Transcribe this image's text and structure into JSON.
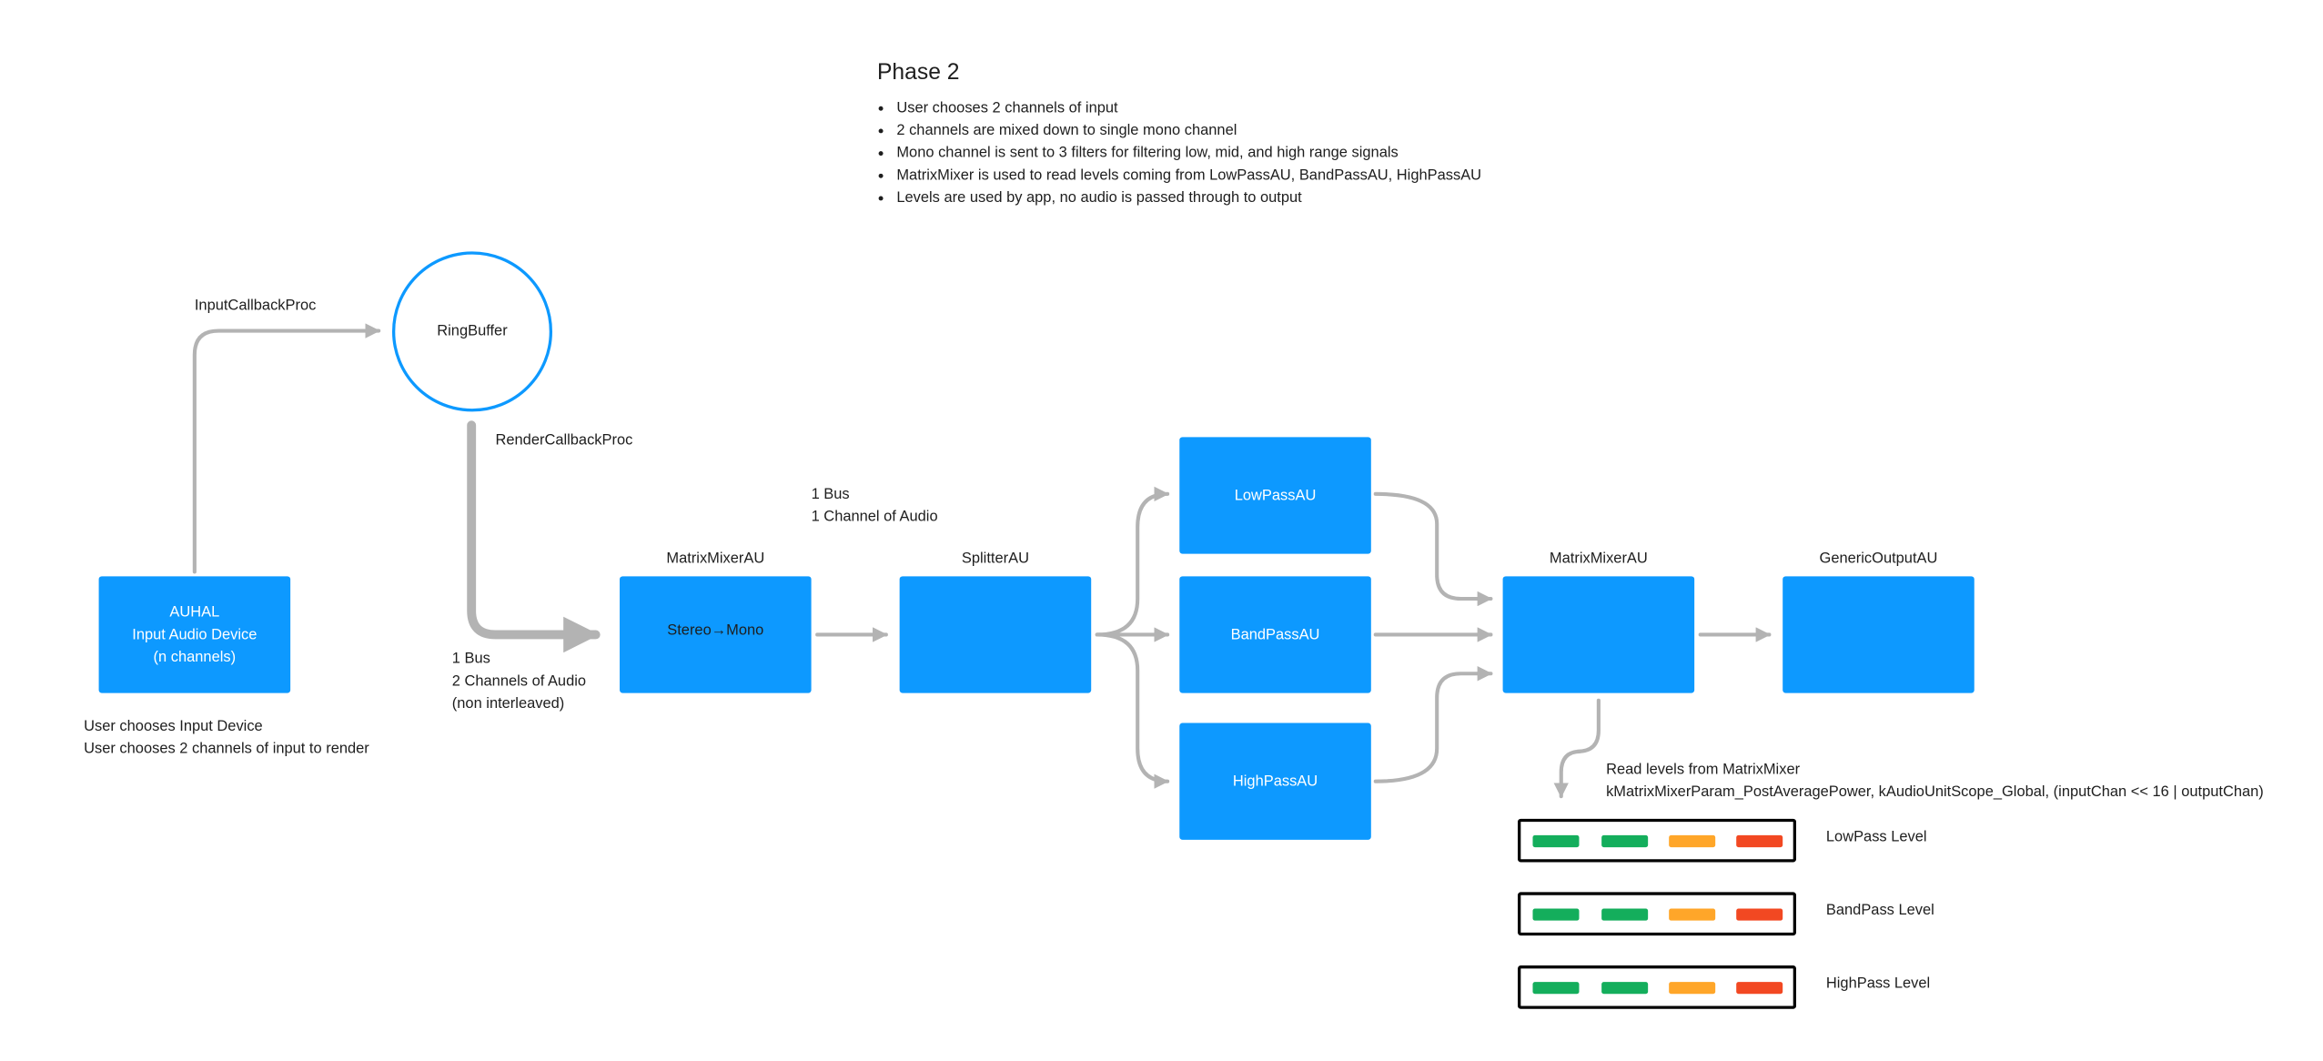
{
  "phase": {
    "title": "Phase 2",
    "bullets": [
      "User chooses 2 channels of input",
      "2 channels are mixed down to single mono channel",
      "Mono channel is sent to 3 filters for filtering low, mid, and high range signals",
      "MatrixMixer is used to read levels coming from LowPassAU, BandPassAU, HighPassAU",
      "Levels are used by app, no audio is passed through to output"
    ]
  },
  "nodes": {
    "auhal": {
      "lines": [
        "AUHAL",
        "Input Audio Device",
        "(n channels)"
      ]
    },
    "ringbuffer": {
      "text": "RingBuffer"
    },
    "matrixmixer_in": {
      "title": "MatrixMixerAU",
      "text": "Stereo→Mono"
    },
    "splitter": {
      "title": "SplitterAU"
    },
    "lowpass": {
      "text": "LowPassAU"
    },
    "bandpass": {
      "text": "BandPassAU"
    },
    "highpass": {
      "text": "HighPassAU"
    },
    "matrixmixer_out": {
      "title": "MatrixMixerAU"
    },
    "genericoutput": {
      "title": "GenericOutputAU"
    }
  },
  "labels": {
    "input_callback": "InputCallbackProc",
    "render_callback": "RenderCallbackProc",
    "bus_one_channel": [
      "1 Bus",
      "1 Channel of Audio"
    ],
    "bus_two_channels": [
      "1 Bus",
      "2 Channels of Audio",
      "(non interleaved)"
    ],
    "user_notes": [
      "User chooses Input Device",
      "User chooses 2 channels of input to render"
    ],
    "read_levels": [
      "Read levels from MatrixMixer",
      "kMatrixMixerParam_PostAveragePower, kAudioUnitScope_Global, (inputChan << 16 | outputChan)"
    ]
  },
  "meters": [
    {
      "label": "LowPass Level"
    },
    {
      "label": "BandPass Level"
    },
    {
      "label": "HighPass Level"
    }
  ],
  "colors": {
    "node_blue": "#0d99ff",
    "connector_gray": "#b3b3b3",
    "level_green": "#14ae5c",
    "level_orange": "#ffa629",
    "level_red": "#f24822"
  }
}
